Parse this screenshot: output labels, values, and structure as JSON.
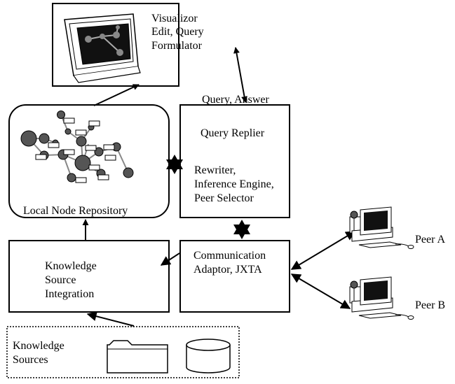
{
  "visualizer": {
    "line1": "Visualizor",
    "line2": "Edit, Query",
    "line3": "Formulator"
  },
  "query_answer_label": "Query, Answer",
  "query_replier": {
    "title": "Query Replier",
    "line1": "Rewriter,",
    "line2": "Inference Engine,",
    "line3": "Peer Selector"
  },
  "local_node_repository": {
    "label": "Local Node Repository"
  },
  "knowledge_source_integration": {
    "line1": "Knowledge",
    "line2": "Source",
    "line3": "Integration"
  },
  "communication_adaptor": {
    "line1": "Communication",
    "line2": "Adaptor, JXTA"
  },
  "knowledge_sources": {
    "line1": "Knowledge",
    "line2": "Sources"
  },
  "peers": {
    "peer_a": "Peer A",
    "peer_b": "Peer B"
  }
}
